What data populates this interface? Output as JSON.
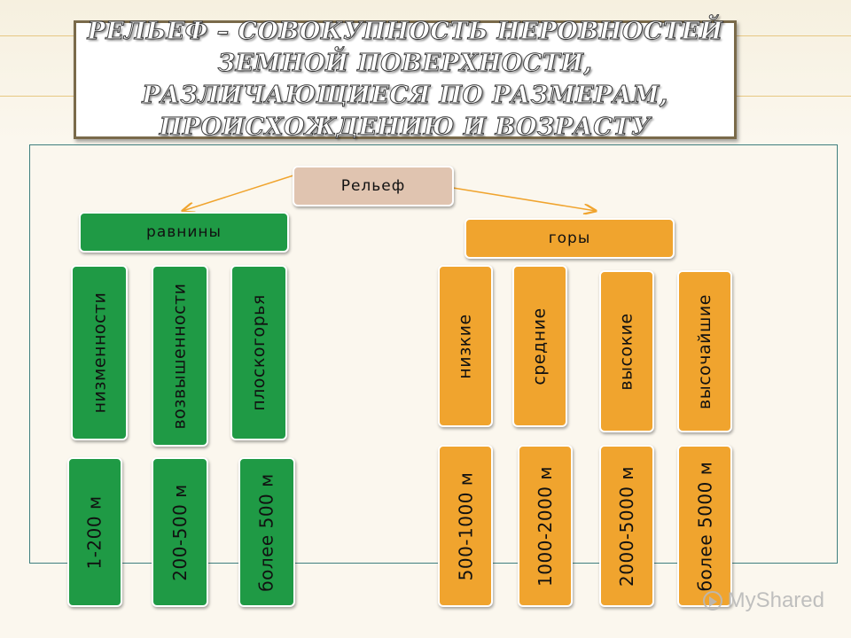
{
  "title": "Рельеф – совокупность неровностей земной поверхности, различающиеся по размерам, происхождению и возрасту",
  "root": {
    "label": "Рельеф"
  },
  "plains": {
    "label": "равнины",
    "types": [
      "низменности",
      "возвышенности",
      "плоскогорья"
    ],
    "heights": [
      "1-200 м",
      "200-500 м",
      "более 500 м"
    ]
  },
  "mountains": {
    "label": "горы",
    "types": [
      "низкие",
      "средние",
      "высокие",
      "высочайшие"
    ],
    "heights": [
      "500-1000  м",
      "1000-2000 м",
      "2000-5000 м",
      "более 5000 м"
    ]
  },
  "watermark": {
    "text": "MyShared"
  },
  "colors": {
    "plains": "#1f9a45",
    "mountains": "#f0a42e",
    "root": "#e0c4b0",
    "arrow": "#f0a42e"
  }
}
